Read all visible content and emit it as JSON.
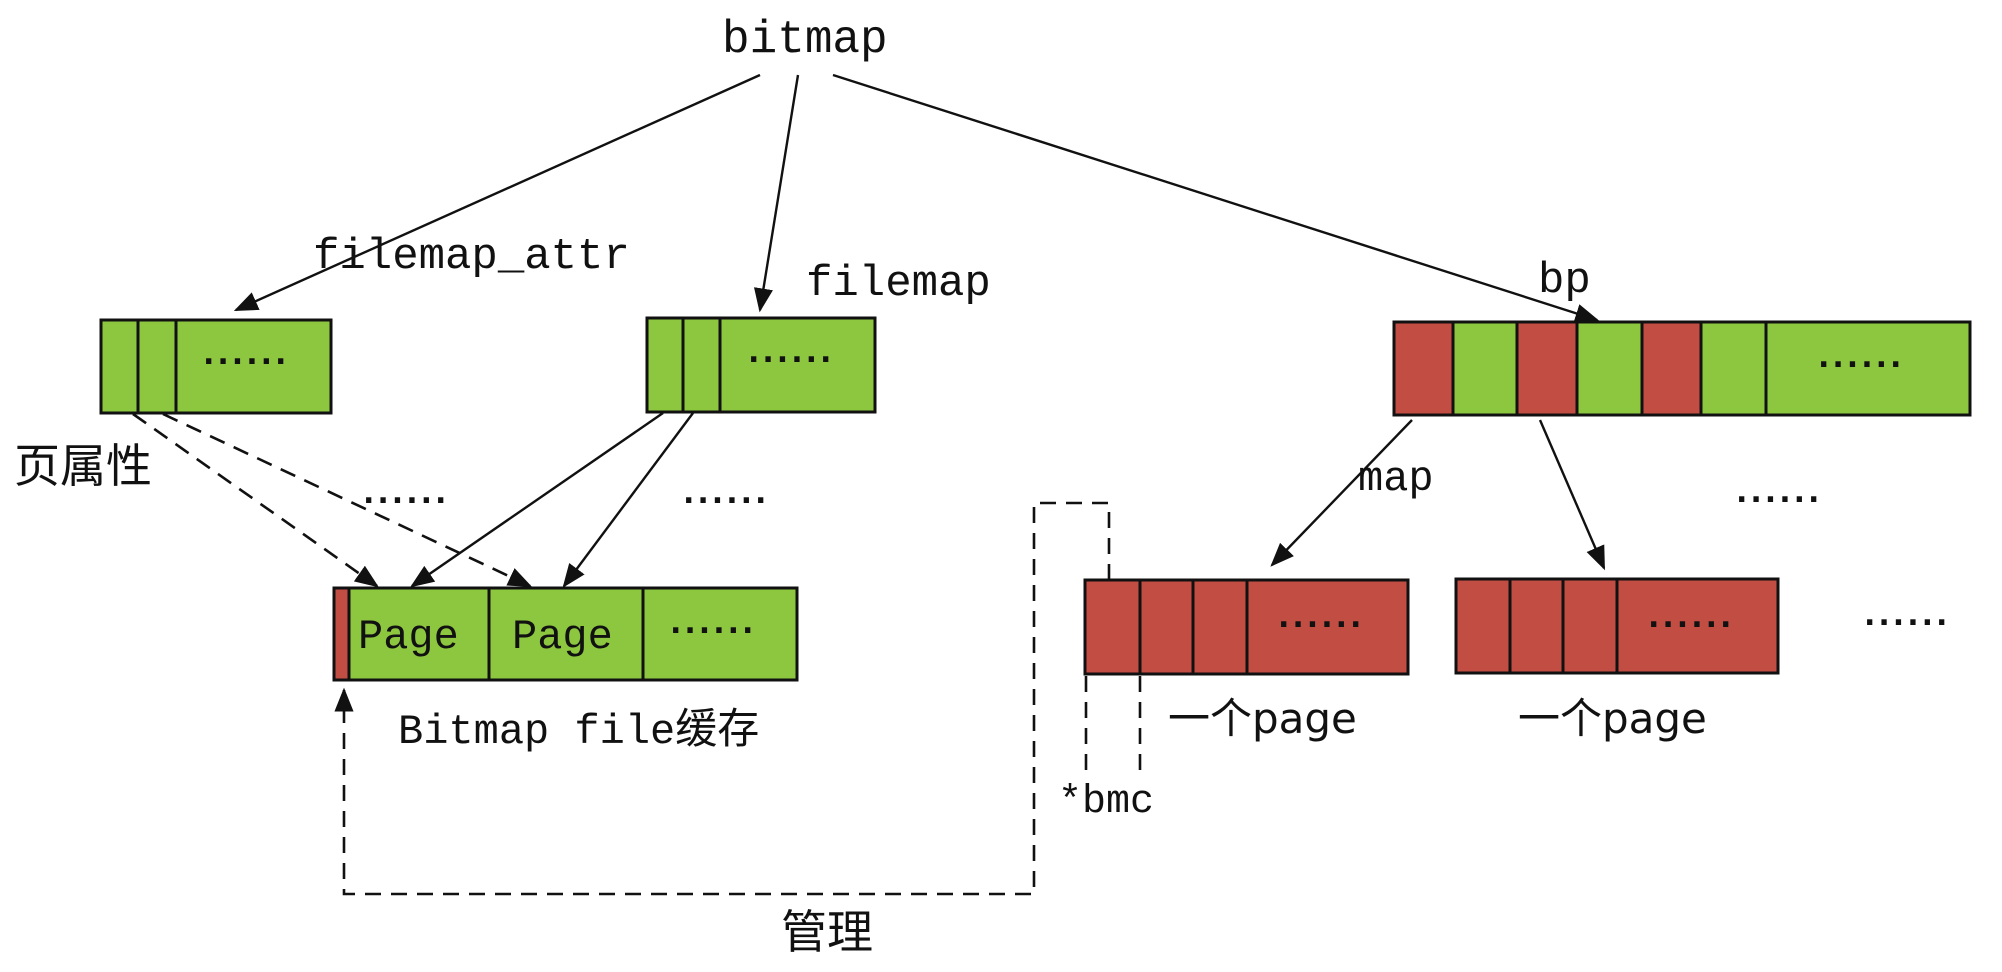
{
  "colors": {
    "green": "#8dc63f",
    "red": "#c24d43",
    "stroke": "#111111"
  },
  "labels": {
    "root": "bitmap",
    "filemap_attr": "filemap_attr",
    "filemap": "filemap",
    "bp": "bp",
    "page_attr": "页属性",
    "map": "map",
    "page_cell_1": "Page",
    "page_cell_2": "Page",
    "bitmap_file_cache": "Bitmap file缓存",
    "one_page_1": "一个page",
    "one_page_2": "一个page",
    "bmc": "*bmc",
    "manage": "管理",
    "ellipsis": "......"
  },
  "structures": {
    "filemap_attr_array": {
      "cells": [
        "green",
        "green",
        "green"
      ],
      "has_ellipsis": true
    },
    "filemap_array": {
      "cells": [
        "green",
        "green",
        "green"
      ],
      "has_ellipsis": true
    },
    "bp_array": {
      "cells": [
        "red",
        "green",
        "red",
        "green",
        "red",
        "green",
        "green"
      ],
      "has_ellipsis": true
    },
    "bitmap_file_cache": {
      "cells": [
        "red",
        "green",
        "green",
        "green"
      ],
      "cell_labels": [
        "",
        "Page",
        "Page",
        "......"
      ]
    },
    "page_block_1": {
      "cells": [
        "red",
        "red",
        "red",
        "red"
      ],
      "has_ellipsis": true
    },
    "page_block_2": {
      "cells": [
        "red",
        "red",
        "red",
        "red"
      ],
      "has_ellipsis": true
    }
  },
  "edges": [
    {
      "from": "bitmap",
      "to": "filemap_attr_array",
      "label": "filemap_attr",
      "style": "solid"
    },
    {
      "from": "bitmap",
      "to": "filemap_array",
      "label": "filemap",
      "style": "solid"
    },
    {
      "from": "bitmap",
      "to": "bp_array",
      "label": "bp",
      "style": "solid"
    },
    {
      "from": "filemap_attr_array",
      "to": "bitmap_file_cache.page_1",
      "label": "页属性",
      "style": "dashed"
    },
    {
      "from": "filemap_attr_array",
      "to": "bitmap_file_cache.page_2",
      "label": "",
      "style": "dashed"
    },
    {
      "from": "filemap_array",
      "to": "bitmap_file_cache.page_1",
      "label": "",
      "style": "solid"
    },
    {
      "from": "filemap_array",
      "to": "bitmap_file_cache.page_2",
      "label": "",
      "style": "solid"
    },
    {
      "from": "bp_array",
      "to": "page_block_1",
      "label": "map",
      "style": "solid"
    },
    {
      "from": "bp_array",
      "to": "page_block_2",
      "label": "",
      "style": "solid"
    },
    {
      "from": "page_block_1.bmc",
      "to": "bitmap_file_cache",
      "label": "管理",
      "style": "dashed"
    }
  ]
}
